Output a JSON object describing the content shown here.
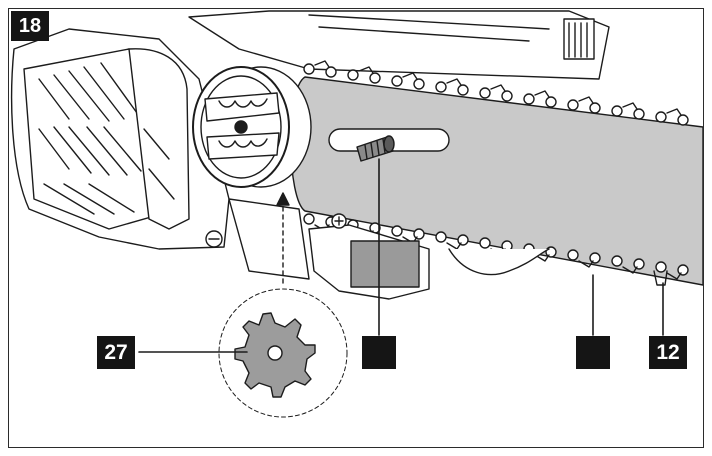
{
  "figure": {
    "number": "18"
  },
  "callouts": {
    "sprocket": "27",
    "chain": "12",
    "blank_left": "",
    "blank_right": ""
  },
  "colors": {
    "ink": "#1c1c1c",
    "bar_fill": "#c9c9c9",
    "label_bg": "#151515",
    "label_text": "#ffffff"
  }
}
